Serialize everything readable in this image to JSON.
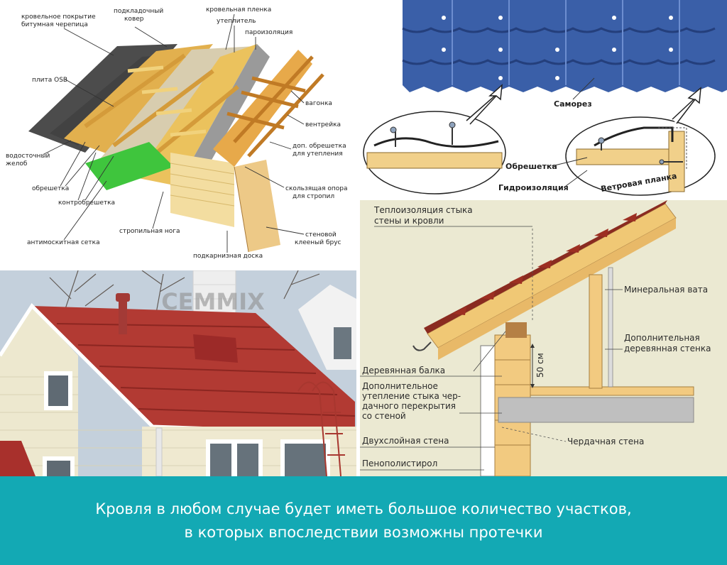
{
  "roof_layers": {
    "bitumen_tile": "кровельное покрытие\nбитумная черепица",
    "underlay": "подкладочный\nковер",
    "roof_film": "кровельная пленка",
    "insulation": "утеплитель",
    "vapor_barrier": "пароизоляция",
    "osb": "плита OSB",
    "lining": "вагонка",
    "vent_batten": "вентрейка",
    "extra_batten": "доп. обрешетка\nдля утепления",
    "gutter": "водосточный\nжелоб",
    "batten": "обрешетка",
    "counter_batten": "контробрешетка",
    "sliding_support": "скользящая опора\nдля стропил",
    "anti_mosquito": "антимоскитная сетка",
    "rafter": "стропильная нога",
    "wall_beam": "стеновой\nклееный брус",
    "soffit": "подкарнизная доска"
  },
  "metal_tile": {
    "screw": "Саморез",
    "batten": "Обрешетка",
    "waterproofing": "Гидроизоляция",
    "wind_board": "Ветровая планка"
  },
  "house_photo": {
    "watermark": "CEMMIX"
  },
  "wall_joint": {
    "joint_insulation": "Теплоизоляция стыка\nстены и кровли",
    "mineral_wool": "Минеральная вата",
    "extra_wall": "Дополнительная\nдеревянная стенка",
    "wood_beam": "Деревянная балка",
    "extra_insulation": "Дополнительное\nутепление стыка чер-\nдачного перекрытия\nсо стеной",
    "dimension": "50 см",
    "double_wall": "Двухслойная стена",
    "attic_wall": "Чердачная стена",
    "polystyrene": "Пенополистирол"
  },
  "caption": {
    "text": "Кровля в любом случае будет иметь большое количество участков, в которых впоследствии возможны протечки"
  }
}
